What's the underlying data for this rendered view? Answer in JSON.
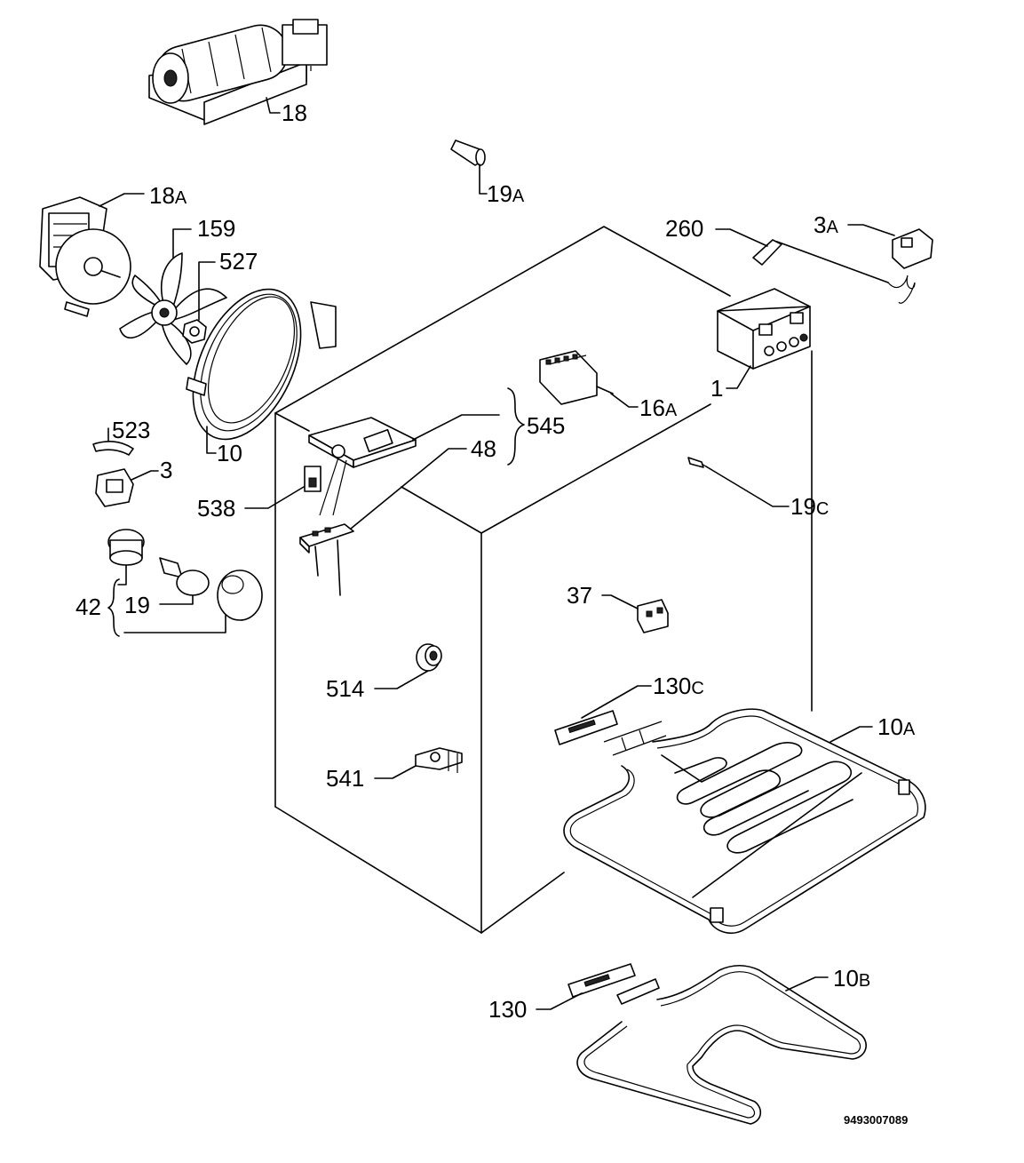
{
  "labels": {
    "p18": "18",
    "p19a_num": "19",
    "p19a_sub": "A",
    "p18a_num": "18",
    "p18a_sub": "A",
    "p159": "159",
    "p527": "527",
    "p260": "260",
    "p3a_num": "3",
    "p3a_sub": "A",
    "p1": "1",
    "p16a_num": "16",
    "p16a_sub": "A",
    "p545": "545",
    "p48": "48",
    "p523": "523",
    "p3": "3",
    "p10": "10",
    "p538": "538",
    "p19c_num": "19",
    "p19c_sub": "C",
    "p42": "42",
    "p19": "19",
    "p37": "37",
    "p514": "514",
    "p130c_num": "130",
    "p130c_sub": "C",
    "p10a_num": "10",
    "p10a_sub": "A",
    "p541": "541",
    "p10b_num": "10",
    "p10b_sub": "B",
    "p130": "130"
  },
  "diagram_code": "9493007089"
}
